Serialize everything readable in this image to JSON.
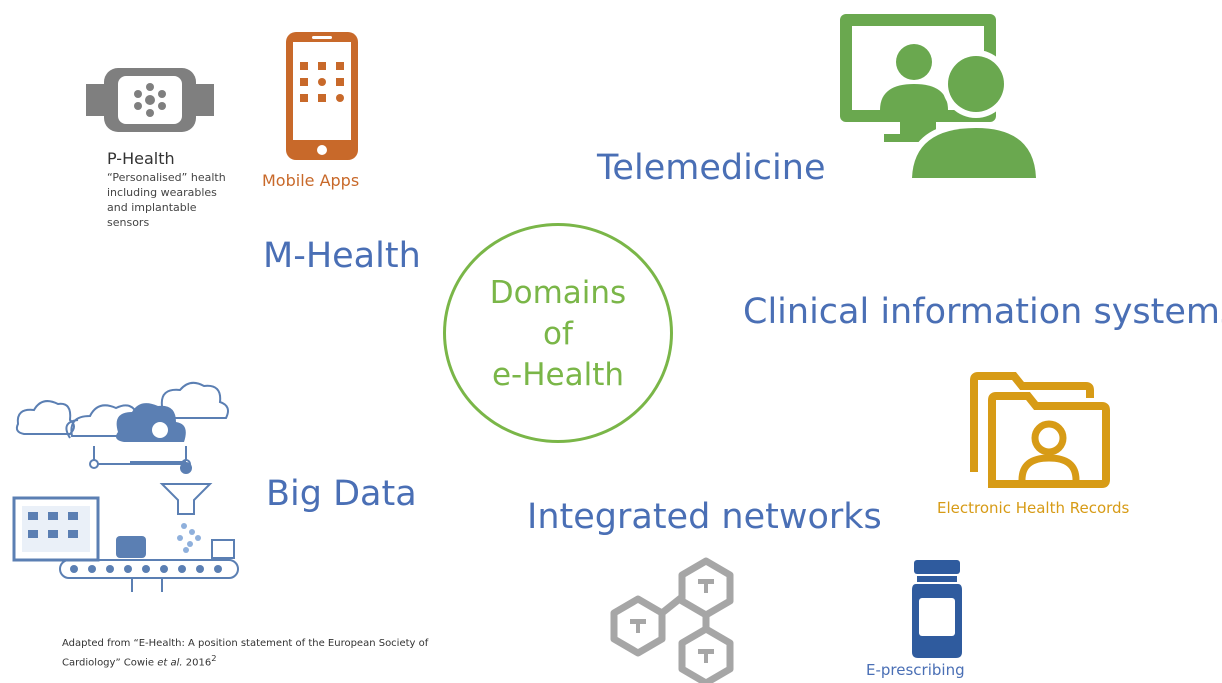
{
  "center": {
    "line1": "Domains",
    "line2": "of",
    "line3": "e-Health"
  },
  "domains": {
    "m_health": "M-Health",
    "telemedicine": "Telemedicine",
    "clinical": "Clinical information systems",
    "big_data": "Big Data",
    "integrated": "Integrated networks"
  },
  "items": {
    "mobile_apps": "Mobile Apps",
    "p_health_title": "P-Health",
    "p_health_desc": "“Personalised” health including wearables and implantable sensors",
    "ehr": "Electronic Health Records",
    "e_prescribing": "E-prescribing"
  },
  "citation": {
    "text": "Adapted from “E-Health: A position statement of the European Society of Cardiology” Cowie ",
    "authors": "et al.",
    "year": " 2016",
    "ref": "2"
  },
  "colors": {
    "domain_blue": "#4a6fb5",
    "center_green": "#7ab648",
    "telemedicine_green": "#6aa84f",
    "mobile_orange": "#c8692a",
    "ehr_gold": "#d79b16",
    "wearable_grey": "#7f7f7f",
    "network_grey": "#a6a6a6",
    "bigdata_blue": "#5b7fb3",
    "bottle_blue": "#2f5b9e"
  },
  "icons": [
    "smartwatch-icon",
    "smartphone-icon",
    "monitor-person-icon",
    "folder-person-icon",
    "network-hexagon-icon",
    "pill-bottle-icon",
    "cloud-data-icon"
  ]
}
